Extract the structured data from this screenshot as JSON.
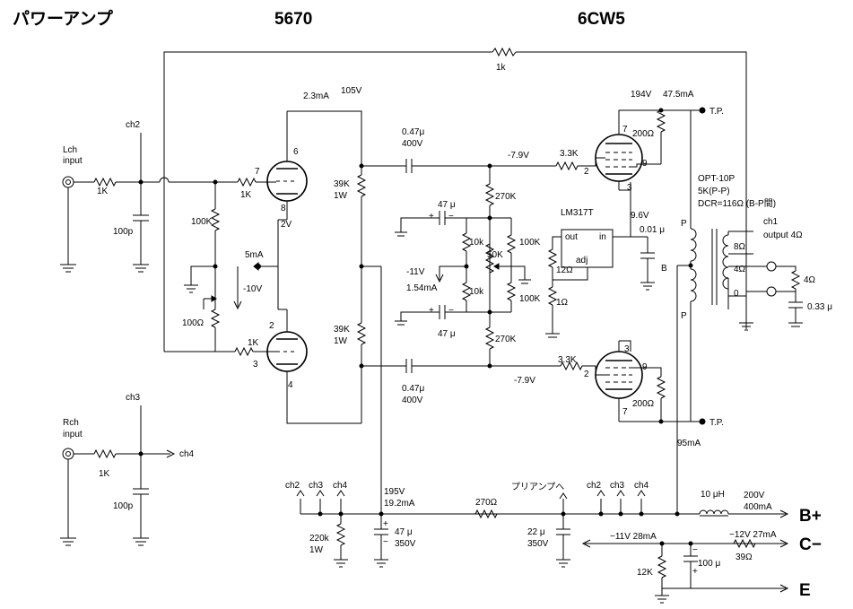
{
  "titles": {
    "main": "パワーアンプ",
    "tube1": "5670",
    "tube2": "6CW5"
  },
  "terminals": {
    "bplus": "B+",
    "cminus": "C−",
    "earth": "E"
  },
  "inputs": {
    "lch_l1": "Lch",
    "lch_l2": "input",
    "rch_l1": "Rch",
    "rch_l2": "input"
  },
  "nodes": {
    "ch2_top": "ch2",
    "ch3_left": "ch3",
    "ch4_left": "ch4",
    "ch1": "ch1",
    "ch1_out": "output 4Ω",
    "tp_top": "T.P.",
    "tp_bottom": "T.P."
  },
  "labels": {
    "r_fb": "1k",
    "r_in_l": "1K",
    "c_in_l": "100p",
    "r_in_r": "1K",
    "c_in_r": "100p",
    "r_grid_top": "1K",
    "r_grid_bot": "1K",
    "r_100k_bias": "100K",
    "pot_100": "100Ω",
    "i_5ma": "5mA",
    "v_m10": "-10V",
    "v_2v": "2V",
    "i_23ma": "2.3mA",
    "v_105": "105V",
    "r_39k_top": "39K",
    "r_39k_top_w": "1W",
    "r_39k_bot": "39K",
    "r_39k_bot_w": "1W",
    "c_047_top": "0.47μ",
    "c_047_top_v": "400V",
    "c_047_bot": "0.47μ",
    "c_047_bot_v": "400V",
    "v_m79_top": "-7.9V",
    "v_m79_bot": "-7.9V",
    "r_33k_top": "3.3K",
    "r_33k_bot": "3.3K",
    "r_270k_top": "270K",
    "r_270k_bot": "270K",
    "c_47_top": "47 μ",
    "c_47_bot": "47 μ",
    "r_10k_a": "10k",
    "r_10k_b": "10k",
    "pot_50k": "50K",
    "r_100k_a": "100K",
    "r_100k_b": "100K",
    "v_m11": "-11V",
    "i_154": "1.54mA",
    "reg": "LM317T",
    "reg_out": "out",
    "reg_in": "in",
    "reg_adj": "adj",
    "r_12": "12Ω",
    "r_1": "1Ω",
    "v_96": "9.6V",
    "c_001": "0.01 μ",
    "b_label": "B",
    "v_194": "194V",
    "i_475": "47.5mA",
    "r_200_top": "200Ω",
    "r_200_bot": "200Ω",
    "opt_1": "OPT-10P",
    "opt_2": "5K(P-P)",
    "opt_3": "DCR=116Ω (B-P間)",
    "p_top": "P",
    "p_bot": "P",
    "tap_8": "8Ω",
    "tap_4": "4Ω",
    "tap_0": "0",
    "r_4ohm": "4Ω",
    "c_033": "0.33 μ",
    "i_95": "95mA",
    "pin_5670_top_6": "6",
    "pin_5670_top_7": "7",
    "pin_5670_top_8": "8",
    "pin_5670_bot_2": "2",
    "pin_5670_bot_3": "3",
    "pin_5670_bot_4": "4",
    "pin_6cw5_top_7": "7",
    "pin_6cw5_top_2": "2",
    "pin_6cw5_top_9": "9",
    "pin_6cw5_top_3": "3",
    "pin_6cw5_bot_3": "3",
    "pin_6cw5_bot_2": "2",
    "pin_6cw5_bot_9": "9",
    "pin_6cw5_bot_7": "7",
    "bus_ch2": "ch2",
    "bus_ch3": "ch3",
    "bus_ch4": "ch4",
    "bus_ch2b": "ch2",
    "bus_ch3b": "ch3",
    "bus_ch4b": "ch4",
    "v_195": "195V",
    "i_192": "19.2mA",
    "r_220k": "220k",
    "r_220k_w": "1W",
    "c_47_350": "47 μ",
    "c_47_350_v": "350V",
    "r_270": "270Ω",
    "pre_amp": "プリアンプへ",
    "c_22": "22 μ",
    "c_22_v": "350V",
    "l_10uh": "10 μH",
    "v_200": "200V",
    "i_400": "400mA",
    "v_m11_b": "−11V 28mA",
    "v_m12": "−12V 27mA",
    "r_39": "39Ω",
    "r_12k": "12K",
    "c_100": "100 μ"
  }
}
